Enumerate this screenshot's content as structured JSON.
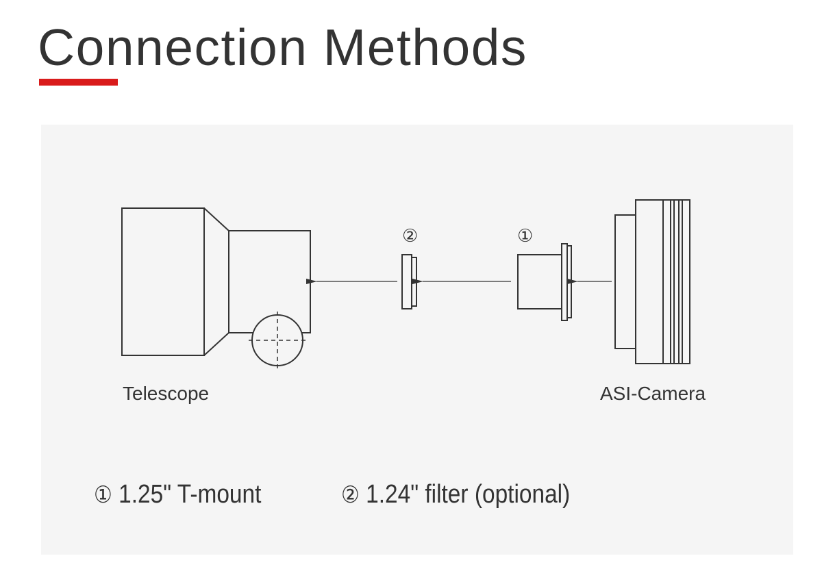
{
  "header": {
    "title": "Connection Methods",
    "accent_color": "#d91b1b"
  },
  "diagram": {
    "telescope_label": "Telescope",
    "camera_label": "ASI-Camera",
    "marker_1": "①",
    "marker_2": "②",
    "line_color": "#333333",
    "panel_color": "#f5f5f5"
  },
  "legend": [
    {
      "marker": "①",
      "text": "1.25\" T-mount"
    },
    {
      "marker": "②",
      "text": "1.24\" filter (optional)"
    }
  ]
}
